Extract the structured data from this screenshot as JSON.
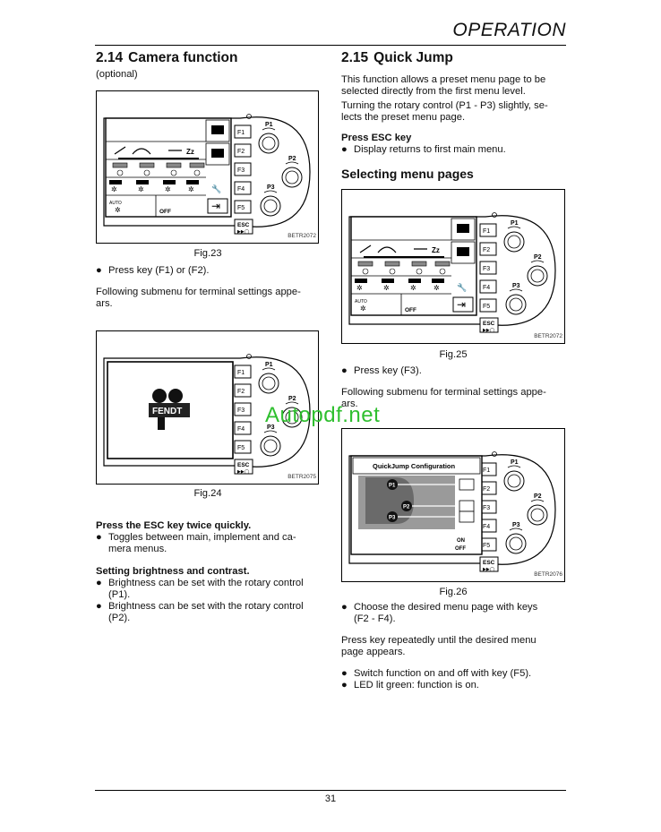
{
  "header": {
    "title": "OPERATION"
  },
  "footer": {
    "page_number": "31"
  },
  "watermark": "Autopdf.net",
  "left": {
    "section_num": "2.14",
    "section_title": "Camera function",
    "optional": "(optional)",
    "fig23_caption": "Fig.23",
    "fig23_code": "BETR2072",
    "bullet1": "Press key (F1) or (F2).",
    "para1a": "Following submenu for terminal settings appe-",
    "para1b": "ars.",
    "fig24_caption": "Fig.24",
    "fig24_code": "BETR2075",
    "fig24_brand": "FENDT",
    "heading_esc": "Press the ESC key twice quickly.",
    "bullet_esc_a": "Toggles between main, implement and ca-",
    "bullet_esc_b": "mera menus.",
    "heading_bright": "Setting brightness and contrast.",
    "bullet_b1a": "Brightness can be set with the rotary control",
    "bullet_b1b": "(P1).",
    "bullet_b2a": "Brightness can be set with the rotary control",
    "bullet_b2b": "(P2)."
  },
  "right": {
    "section_num": "2.15",
    "section_title": "Quick Jump",
    "intro_a": "This function allows a preset menu page to be",
    "intro_b": "selected directly from the first menu level.",
    "intro2_a": "Turning the rotary control (P1 - P3) slightly, se-",
    "intro2_b": "lects the preset menu page.",
    "heading_esc": "Press ESC key",
    "bullet_esc": "Display returns to first main menu.",
    "heading_select": "Selecting menu pages",
    "fig25_caption": "Fig.25",
    "fig25_code": "BETR2072",
    "bullet_f3": "Press key (F3).",
    "para_a": "Following submenu for terminal settings appe-",
    "para_b": "ars.",
    "fig26_caption": "Fig.26",
    "fig26_code": "BETR2076",
    "qj_title": "QuickJump Configuration",
    "qj_on": "ON",
    "qj_off": "OFF",
    "bullet_choose_a": "Choose the desired menu page with keys",
    "bullet_choose_b": "(F2 - F4).",
    "para_repeat_a": "Press key repeatedly until the desired menu",
    "para_repeat_b": "page appears.",
    "bullet_switch": "Switch function on and off with key (F5).",
    "bullet_led": "LED lit green: function is on."
  },
  "terminal": {
    "keys": [
      "F1",
      "F2",
      "F3",
      "F4",
      "F5"
    ],
    "rotary": [
      "P1",
      "P2",
      "P3"
    ],
    "esc": "ESC",
    "off_label": "OFF",
    "auto_label": "AUTO"
  }
}
